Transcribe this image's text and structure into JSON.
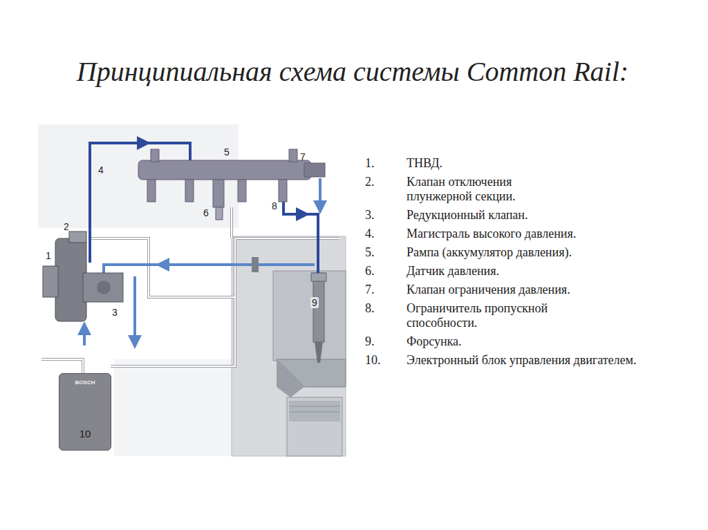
{
  "diagram": {
    "title": "Принципиальная схема системы Common Rail:",
    "nodes": [
      {
        "text": [
          "BOSCH",
          "10"
        ]
      }
    ],
    "labels": [
      "1",
      "2",
      "3",
      "4",
      "5",
      "6",
      "7",
      "8",
      "9",
      "1.",
      "ТНВД.",
      "2.",
      "Клапан отключения плунжерной секции.",
      "3.",
      "Редукционный клапан.",
      "4.",
      "Магистраль высокого давления.",
      "5.",
      "Рампа (аккумулятор давления).",
      "6.",
      "Датчик давления.",
      "7.",
      "Клапан ограничения давления.",
      "8.",
      "Ограничитель пропускной способности.",
      "9.",
      "Форсунка.",
      "10.",
      "Электронный блок управления двигателем."
    ]
  }
}
